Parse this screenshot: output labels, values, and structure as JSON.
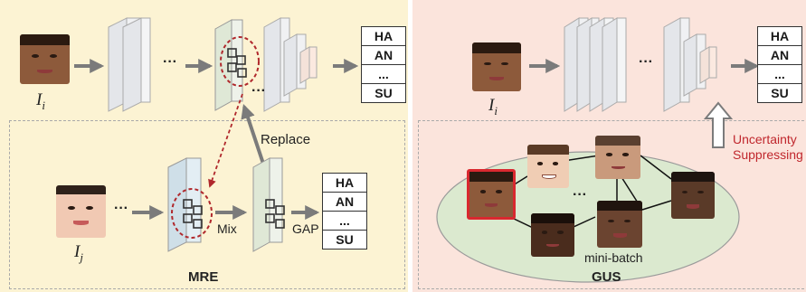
{
  "left_panel": {
    "input_i": "I",
    "input_i_sub": "i",
    "input_j": "I",
    "input_j_sub": "j",
    "dots": "···",
    "replace_label": "Replace",
    "mix_label": "Mix",
    "gap_label": "GAP",
    "module_title": "MRE",
    "labels_top": [
      "HA",
      "AN",
      "...",
      "SU"
    ],
    "labels_bottom": [
      "HA",
      "AN",
      "...",
      "SU"
    ]
  },
  "right_panel": {
    "input_i": "I",
    "input_i_sub": "i",
    "dots": "···",
    "uncertainty_label_line1": "Uncertainty",
    "uncertainty_label_line2": "Suppressing",
    "minibatch_label": "mini-batch",
    "module_title": "GUS",
    "labels": [
      "HA",
      "AN",
      "...",
      "SU"
    ]
  },
  "colors": {
    "left_bg": "#fcf3d3",
    "right_bg": "#fbe4dc",
    "ellipse_fill": "#dbe9cf",
    "arrow": "#7b7b7b",
    "dashed_red": "#b0282c",
    "highlight_border": "#d9282f"
  }
}
